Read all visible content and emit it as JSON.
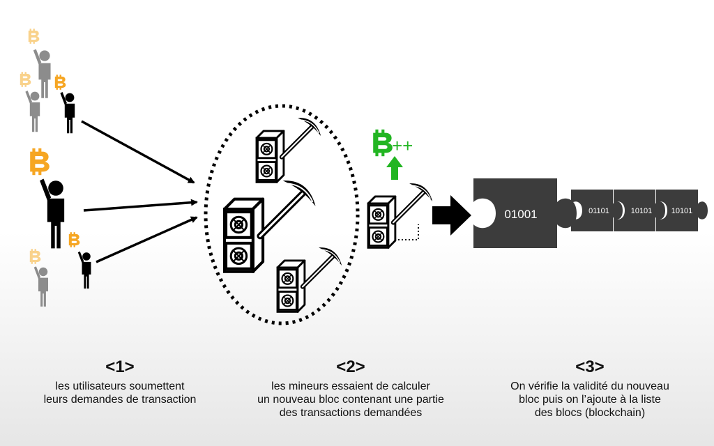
{
  "colors": {
    "bitcoin_light": "#f9d28b",
    "bitcoin": "#f6a623",
    "green": "#22b522",
    "person_gray": "#8c8c8c",
    "puzzle": "#3c3c3c"
  },
  "icons": [
    "bitcoin-icon",
    "person-icon",
    "miner-server-icon",
    "pickaxe-icon",
    "puzzle-piece-icon",
    "arrow-icon"
  ],
  "reward": {
    "plus": "++"
  },
  "blocks": {
    "main": "01001",
    "chain": [
      "01101",
      "10101",
      "10101"
    ]
  },
  "steps": [
    {
      "number": "<1>",
      "lines": [
        "les utilisateurs soumettent",
        "leurs demandes de transaction"
      ]
    },
    {
      "number": "<2>",
      "lines": [
        "les mineurs essaient de calculer",
        "un nouveau bloc contenant une partie",
        "des transactions demandées"
      ]
    },
    {
      "number": "<3>",
      "lines": [
        "On vérifie la validité du nouveau",
        "bloc puis on l’ajoute à la liste",
        "des blocs (blockchain)"
      ]
    }
  ]
}
